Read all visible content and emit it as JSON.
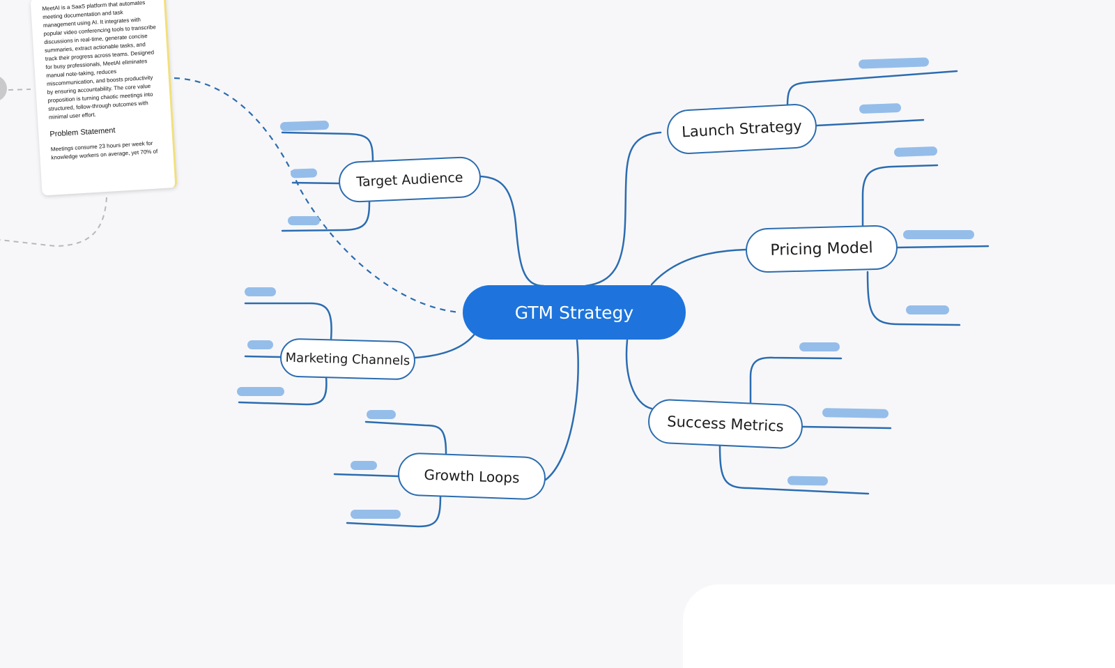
{
  "mindmap": {
    "root": {
      "label": "GTM Strategy"
    },
    "branches": [
      {
        "id": "target-audience",
        "label": "Target Audience"
      },
      {
        "id": "marketing-channels",
        "label": "Marketing Channels"
      },
      {
        "id": "growth-loops",
        "label": "Growth Loops"
      },
      {
        "id": "launch-strategy",
        "label": "Launch Strategy"
      },
      {
        "id": "pricing-model",
        "label": "Pricing Model"
      },
      {
        "id": "success-metrics",
        "label": "Success Metrics"
      }
    ]
  },
  "context_card": {
    "body": "MeetAI is a SaaS platform that automates meeting documentation and task management using AI. It integrates with popular video conferencing tools to transcribe discussions in real-time, generate concise summaries, extract actionable tasks, and track their progress across teams. Designed for busy professionals, MeetAI eliminates manual note-taking, reduces miscommunication, and boosts productivity by ensuring accountability. The core value proposition is turning chaotic meetings into structured, follow-through outcomes with minimal user effort.",
    "heading": "Problem Statement",
    "problem_text": "Meetings consume 23 hours per week for knowledge workers on average, yet 70% of"
  },
  "colors": {
    "accent": "#1e74dc",
    "link": "#2b6cb0",
    "placeholder": "#95bdea",
    "background": "#f7f7f9"
  }
}
